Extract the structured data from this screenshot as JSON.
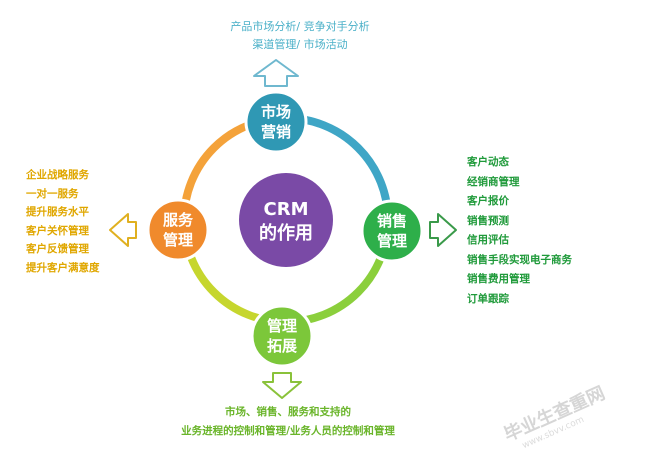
{
  "top": {
    "lines": [
      "产品市场分析/ 竞争对手分析",
      "渠道管理/ 市场活动"
    ]
  },
  "center": {
    "lines": [
      "CRM",
      "的作用"
    ]
  },
  "nodes": {
    "marketing": {
      "lines": [
        "市场",
        "营销"
      ]
    },
    "sales": {
      "lines": [
        "销售",
        "管理"
      ]
    },
    "management": {
      "lines": [
        "管理",
        "拓展"
      ]
    },
    "service": {
      "lines": [
        "服务",
        "管理"
      ]
    }
  },
  "left": {
    "lines": [
      "企业战略服务",
      "一对一服务",
      "提升服务水平",
      "客户关怀管理",
      "客户反馈管理",
      "提升客户满意度"
    ]
  },
  "right": {
    "lines": [
      "客户动态",
      "经销商管理",
      "客户报价",
      "销售预测",
      "信用评估",
      "销售手段实现电子商务",
      "销售费用管理",
      "订单跟踪"
    ]
  },
  "bottom": {
    "lines": [
      "市场、销售、服务和支持的",
      "业务进程的控制和管理/业务人员的控制和管理"
    ]
  },
  "watermark": {
    "main": "毕业生查重网",
    "sub": "www.sbvv.com"
  },
  "colors": {
    "marketing": "#2f98b4",
    "sales": "#2eaf4a",
    "management": "#7cc73a",
    "service": "#f08a2c",
    "center": "#7a4aa6",
    "ring_top_right": "#3fa6c6",
    "ring_bottom_right": "#8bcf3c",
    "ring_bottom_left": "#c6d62e",
    "ring_top_left": "#f4a23a"
  }
}
